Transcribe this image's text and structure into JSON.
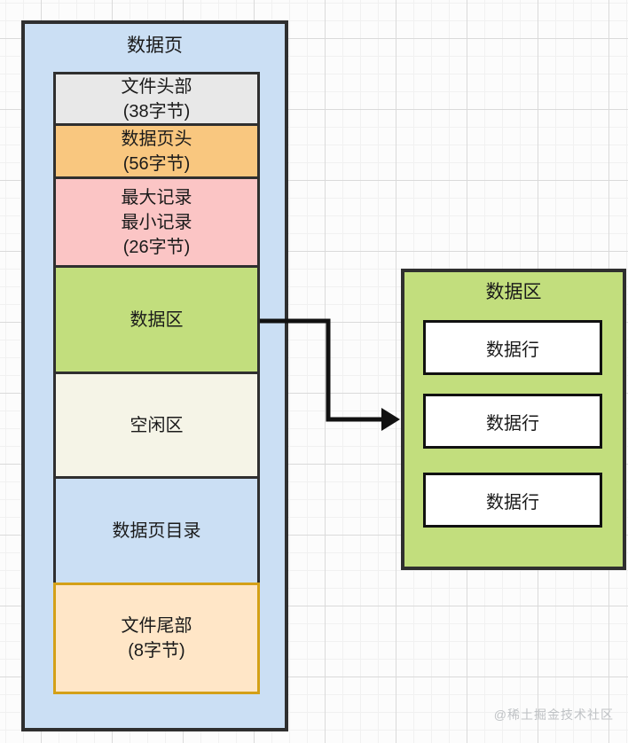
{
  "colors": {
    "background": "#fcfcfc",
    "grid_minor": "#f1f1f1",
    "grid_major": "#dadada",
    "text": "#1a1a1a",
    "arrow": "#111111",
    "watermark": "#bfc2c5",
    "dark_stroke": "#2f2f2f"
  },
  "page_box": {
    "title": "数据页",
    "fill": "#cbdff4",
    "border": "#2f2f2f",
    "sections": [
      {
        "name": "file-header",
        "label": "文件头部\n(38字节)",
        "fill": "#e8e8e8",
        "border": "#2f2f2f"
      },
      {
        "name": "page-header",
        "label": "数据页头\n(56字节)",
        "fill": "#f9c77f",
        "border": "#2f2f2f"
      },
      {
        "name": "min-max-records",
        "label": "最大记录\n最小记录\n(26字节)",
        "fill": "#fbc5c5",
        "border": "#2f2f2f"
      },
      {
        "name": "data-area",
        "label": "数据区",
        "fill": "#c2de7d",
        "border": "#2f2f2f"
      },
      {
        "name": "free-area",
        "label": "空闲区",
        "fill": "#f5f4e7",
        "border": "#2f2f2f"
      },
      {
        "name": "page-directory",
        "label": "数据页目录",
        "fill": "#cbdff4",
        "border": "#2f2f2f"
      },
      {
        "name": "file-trailer",
        "label": "文件尾部\n(8字节)",
        "fill": "#ffe6c7",
        "border": "#d4a017"
      }
    ]
  },
  "right_panel": {
    "title": "数据区",
    "fill": "#c2de7d",
    "border": "#2f2f2f",
    "rows": [
      {
        "label": "数据行"
      },
      {
        "label": "数据行"
      },
      {
        "label": "数据行"
      }
    ]
  },
  "watermark": {
    "text": "@稀土掘金技术社区"
  }
}
